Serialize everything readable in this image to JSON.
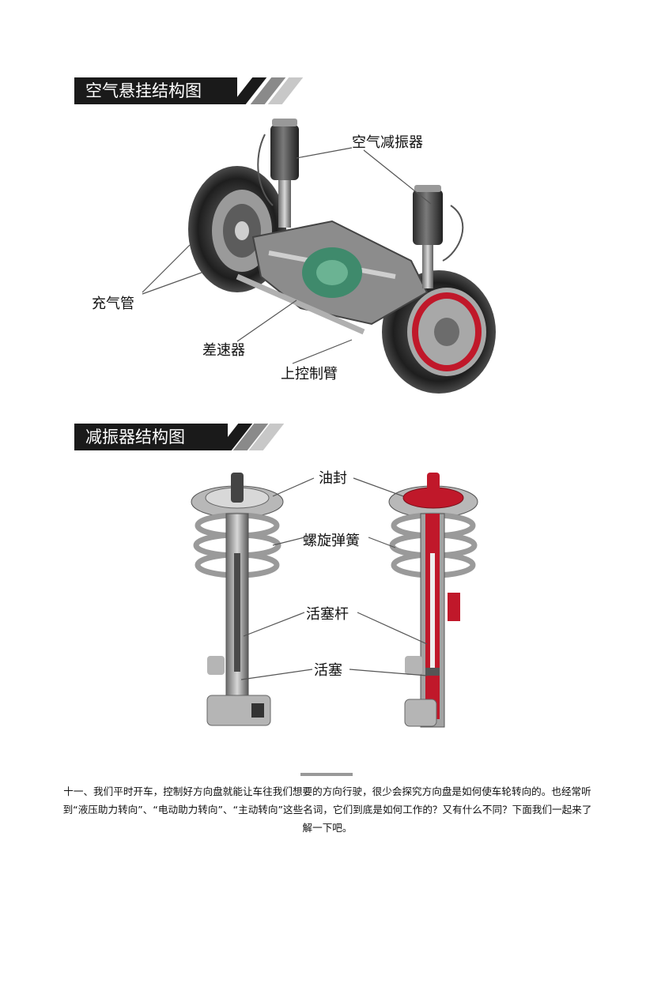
{
  "sections": [
    {
      "title": "空气悬挂结构图",
      "labels": {
        "air_shock": "空气减振器",
        "air_tube": "充气管",
        "differential": "差速器",
        "upper_arm": "上控制臂"
      }
    },
    {
      "title": "减振器结构图",
      "labels": {
        "oil_seal": "油封",
        "coil_spring": "螺旋弹簧",
        "piston_rod": "活塞杆",
        "piston": "活塞"
      }
    }
  ],
  "paragraph": "十一、我们平时开车，控制好方向盘就能让车往我们想要的方向行驶，很少会探究方向盘是如何使车轮转向的。也经常听到“液压助力转向”、“电动助力转向”、“主动转向”这些名词，它们到底是如何工作的？又有什么不同？下面我们一起来了解一下吧。",
  "colors": {
    "header_bg": "#1a1a1a",
    "stripe": "#9a9a9a",
    "cutaway_red": "#c0182a"
  }
}
